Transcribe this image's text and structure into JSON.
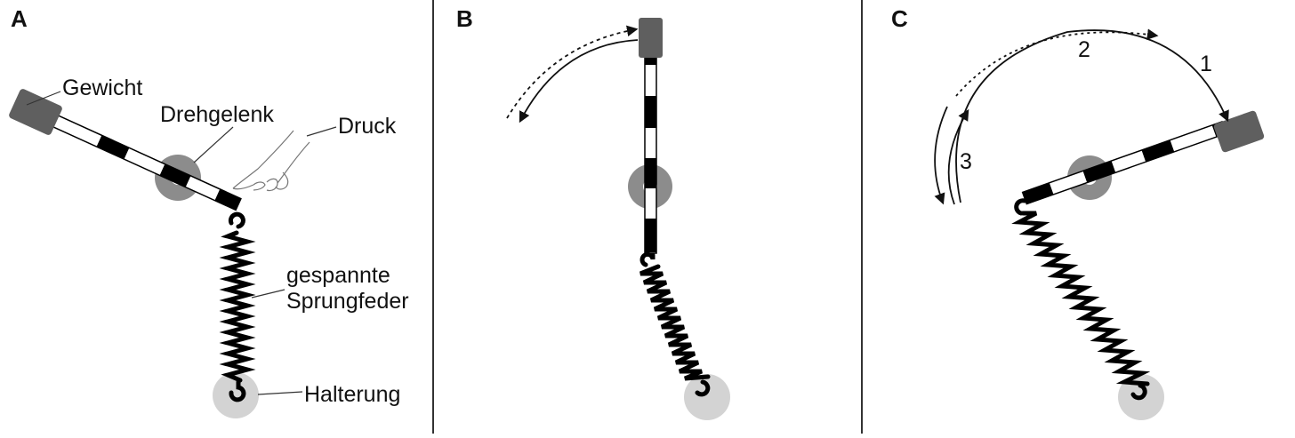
{
  "figure": {
    "title": "Lever with weight, pivot and tensioned coil spring in three states",
    "colors": {
      "weight": "#5f5f5f",
      "pivot": "#8c8c8c",
      "anchor": "#d3d3d3",
      "bar_dark": "#000000",
      "bar_light": "#ffffff",
      "divider": "#333333"
    },
    "panels": [
      {
        "id": "A",
        "label": "A",
        "annotations": {
          "weight": "Gewicht",
          "pivot": "Drehgelenk",
          "press": "Druck",
          "spring_line1": "gespannte",
          "spring_line2": "Sprungfeder",
          "anchor": "Halterung"
        }
      },
      {
        "id": "B",
        "label": "B"
      },
      {
        "id": "C",
        "label": "C",
        "steps": [
          "1",
          "2",
          "3"
        ]
      }
    ]
  }
}
